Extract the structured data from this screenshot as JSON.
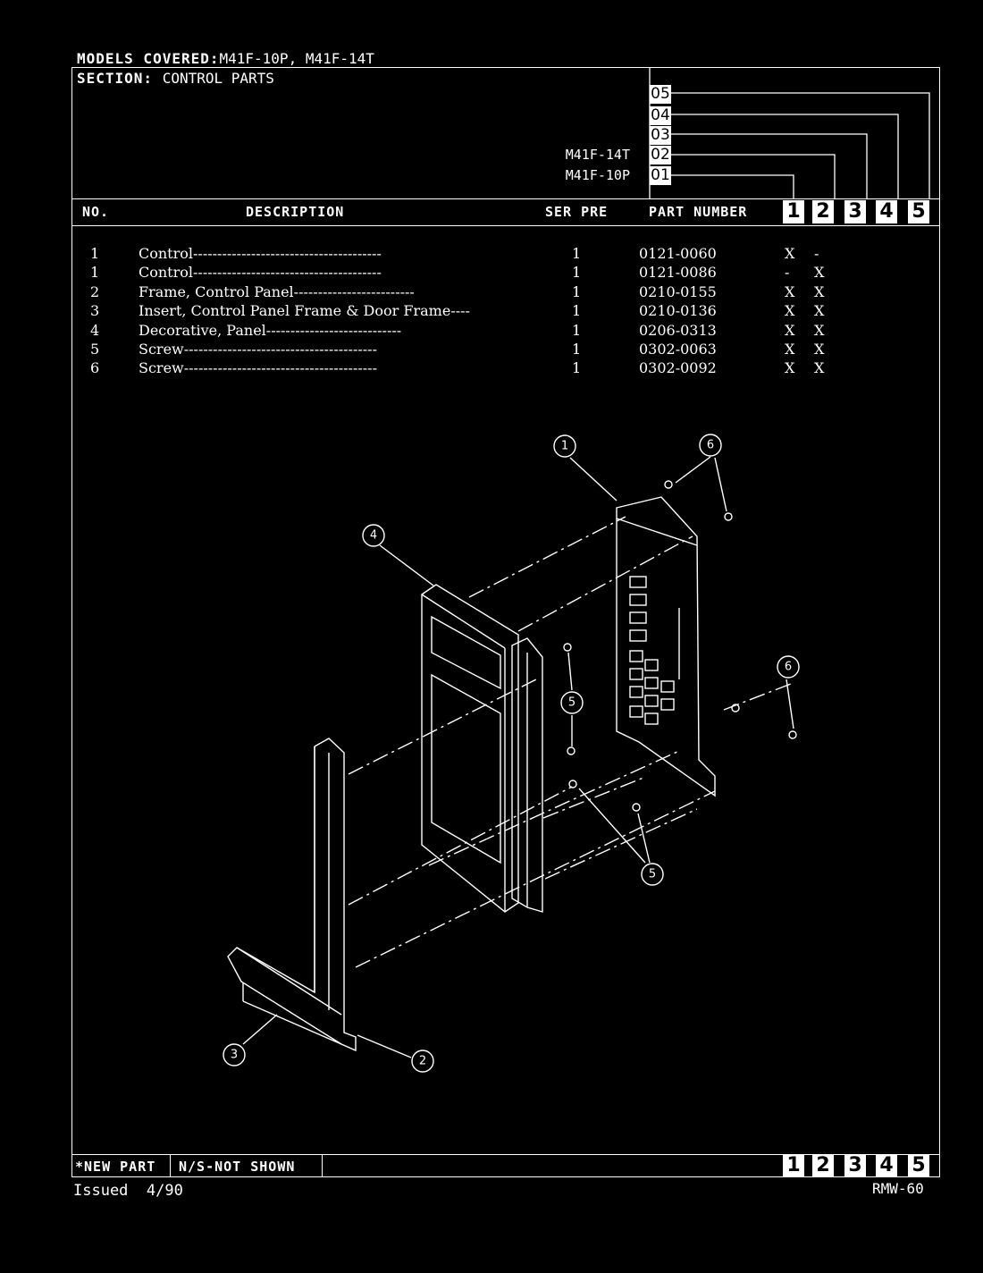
{
  "header": {
    "models_label": "MODELS COVERED:",
    "models_value": "M41F-10P, M41F-14T",
    "section_label": "SECTION:",
    "section_value": "CONTROL PARTS"
  },
  "model_codes": [
    "05",
    "04",
    "03",
    "02",
    "01"
  ],
  "model_names": {
    "m02": "M41F-14T",
    "m01": "M41F-10P"
  },
  "columns": {
    "no": "NO.",
    "description": "DESCRIPTION",
    "ser_pre": "SER PRE",
    "part_number": "PART NUMBER"
  },
  "model_columns": [
    "1",
    "2",
    "3",
    "4",
    "5"
  ],
  "parts": [
    {
      "no": "1",
      "description": "Control---------------------------------------",
      "qty": "1",
      "part": "0121-0060",
      "m1": "X",
      "m2": "-"
    },
    {
      "no": "1",
      "description": "Control---------------------------------------",
      "qty": "1",
      "part": "0121-0086",
      "m1": "-",
      "m2": "X"
    },
    {
      "no": "2",
      "description": "Frame, Control Panel-------------------------",
      "qty": "1",
      "part": "0210-0155",
      "m1": "X",
      "m2": "X"
    },
    {
      "no": "3",
      "description": "Insert, Control Panel Frame & Door Frame----",
      "qty": "1",
      "part": "0210-0136",
      "m1": "X",
      "m2": "X"
    },
    {
      "no": "4",
      "description": "Decorative, Panel----------------------------",
      "qty": "1",
      "part": "0206-0313",
      "m1": "X",
      "m2": "X"
    },
    {
      "no": "5",
      "description": "Screw----------------------------------------",
      "qty": "1",
      "part": "0302-0063",
      "m1": "X",
      "m2": "X"
    },
    {
      "no": "6",
      "description": "Screw----------------------------------------",
      "qty": "1",
      "part": "0302-0092",
      "m1": "X",
      "m2": "X"
    }
  ],
  "callouts": {
    "c1": "1",
    "c6a": "6",
    "c4": "4",
    "c5a": "5",
    "c6b": "6",
    "c5b": "5",
    "c3": "3",
    "c2": "2"
  },
  "footer": {
    "new_part": "*NEW PART",
    "not_shown": "N/S-NOT SHOWN",
    "issued": "Issued  4/90",
    "page_code": "RMW-60"
  }
}
